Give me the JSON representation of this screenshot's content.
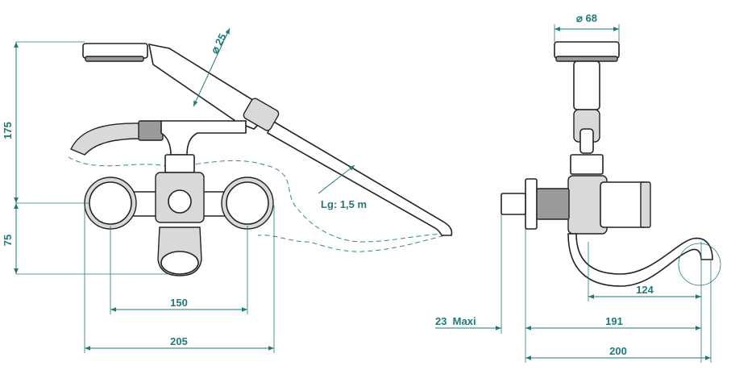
{
  "dimensions": {
    "diameter_hose": "⌀ 25",
    "diameter_head": "⌀ 68",
    "height_175": "175",
    "height_75": "75",
    "width_150": "150",
    "width_205": "205",
    "hose_length": "Lg: 1,5 m",
    "depth_124": "124",
    "depth_23": "23  Maxi",
    "depth_191": "191",
    "depth_200": "200"
  },
  "colors": {
    "dimension": "#1f7a78",
    "outline": "#222222",
    "fill_grey": "#d9d9d9"
  }
}
